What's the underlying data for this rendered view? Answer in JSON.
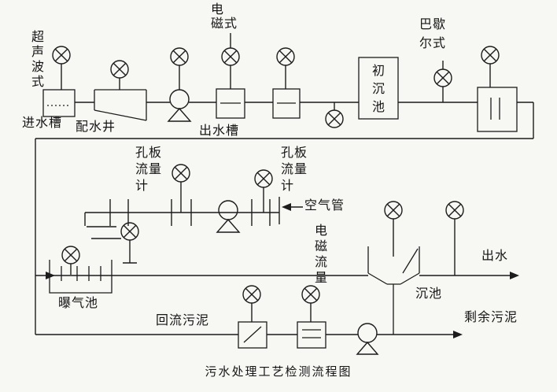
{
  "diagram": {
    "caption": "污水处理工艺检测流程图",
    "line_color": "#1c1c1c",
    "labels": {
      "ultrasonic": "超\n声\n波\n式",
      "inlet_channel": "进水槽",
      "distribution_well": "配水井",
      "electromagnetic_type": "电\n磁式",
      "outlet_channel": "出水槽",
      "primary_tank": "初\n沉\n池",
      "parshall": "巴歇\n尔式",
      "orifice_meter_left": "孔板\n流量\n计",
      "orifice_meter_right": "孔板\n流量\n计",
      "air_pipe": "空气管",
      "em_flow": "电\n磁\n流\n量",
      "aeration_tank": "曝气池",
      "effluent": "出水",
      "sedimentation_tank": "沉池",
      "return_sludge": "回流污泥",
      "excess_sludge": "剩余污泥"
    }
  }
}
